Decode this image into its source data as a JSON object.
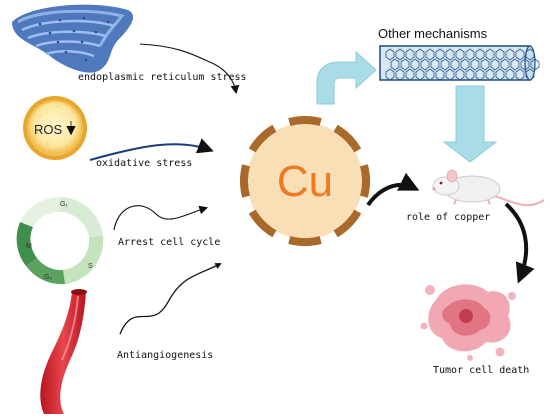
{
  "center": {
    "symbol": "Cu",
    "symbol_color": "#f07a22",
    "disc_color": "#f9dfb6",
    "tick_color": "#a8692a"
  },
  "inputs": [
    {
      "label": "endoplasmic reticulum stress",
      "icon": "endoplasmic-reticulum-icon"
    },
    {
      "label": "oxidative stress",
      "icon": "ros-cell-icon",
      "icon_text": "ROS"
    },
    {
      "label": "Arrest cell cycle",
      "icon": "cell-cycle-icon",
      "phases": {
        "g1": "G₁",
        "s": "S",
        "g2": "G₂",
        "m": "M"
      }
    },
    {
      "label": "Antiangiogenesis",
      "icon": "blood-vessel-icon"
    }
  ],
  "outputs": {
    "other": {
      "label": "Other mechanisms",
      "icon": "nanotube-icon"
    },
    "role": {
      "label": "role of copper",
      "icon": "mouse-icon"
    },
    "death": {
      "label": "Tumor cell death",
      "icon": "tumor-cell-icon"
    }
  },
  "colors": {
    "arrow_fill": "#a9dce6",
    "arrow_stroke": "#8ccbd8",
    "er": "#5d86c6",
    "ros": "#f2c24c",
    "vessel": "#d9313a"
  }
}
